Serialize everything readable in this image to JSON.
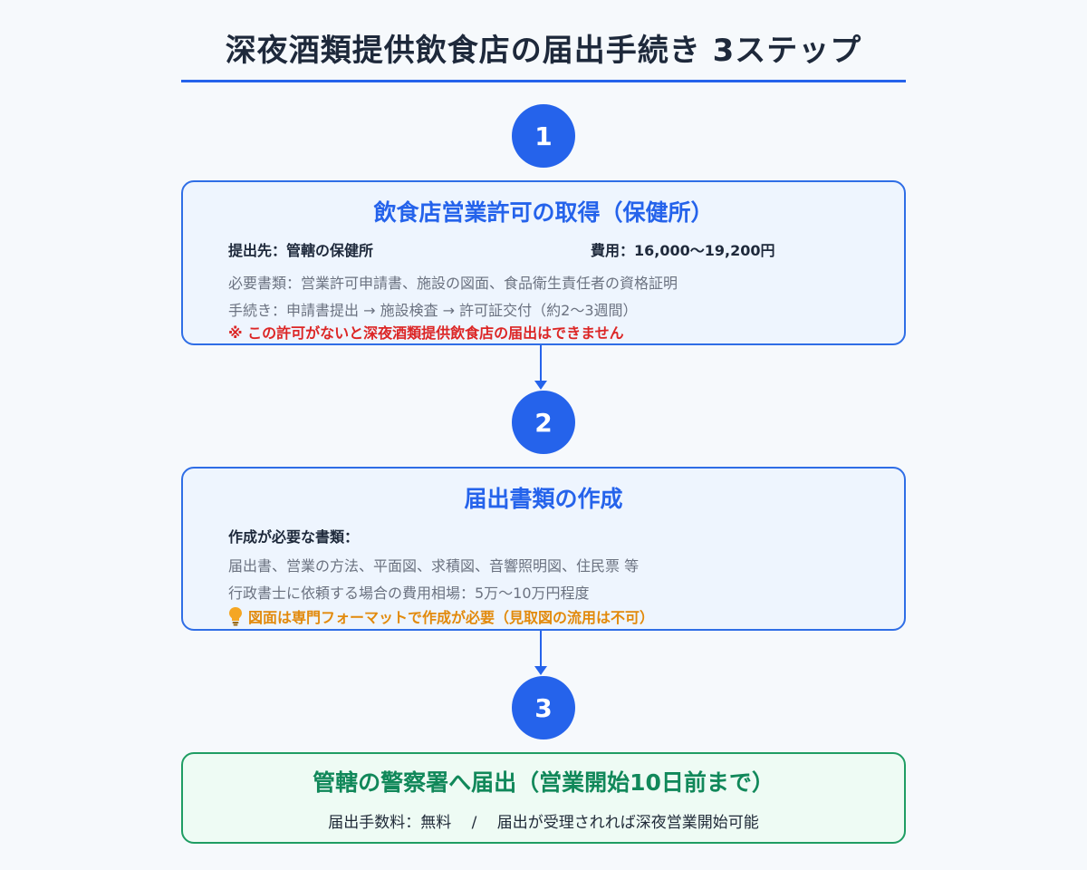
{
  "title": "深夜酒類提供飲食店の届出手続き 3ステップ",
  "steps": [
    {
      "number": "1",
      "title": "飲食店営業許可の取得（保健所）",
      "submit_to": "提出先：管轄の保健所",
      "fee": "費用：16,000〜19,200円",
      "documents": "必要書類：営業許可申請書、施設の図面、食品衛生責任者の資格証明",
      "procedure": "手続き：申請書提出 → 施設検査 → 許可証交付（約2〜3週間）",
      "warning": "※ この許可がないと深夜酒類提供飲食店の届出はできません"
    },
    {
      "number": "2",
      "title": "届出書類の作成",
      "docs_heading": "作成が必要な書類：",
      "docs_list": "届出書、営業の方法、平面図、求積図、音響照明図、住民票 等",
      "cost": "行政書士に依頼する場合の費用相場：5万〜10万円程度",
      "tip": "図面は専門フォーマットで作成が必要（見取図の流用は不可）",
      "tip_icon": "lightbulb-icon"
    },
    {
      "number": "3",
      "title": "管轄の警察署へ届出（営業開始10日前まで）",
      "details": "届出手数料：無料　 /　 届出が受理されれば深夜営業開始可能"
    }
  ],
  "colors": {
    "accent": "#2563eb",
    "success": "#11885a",
    "warning": "#dc2626",
    "tip": "#e28a0c"
  }
}
